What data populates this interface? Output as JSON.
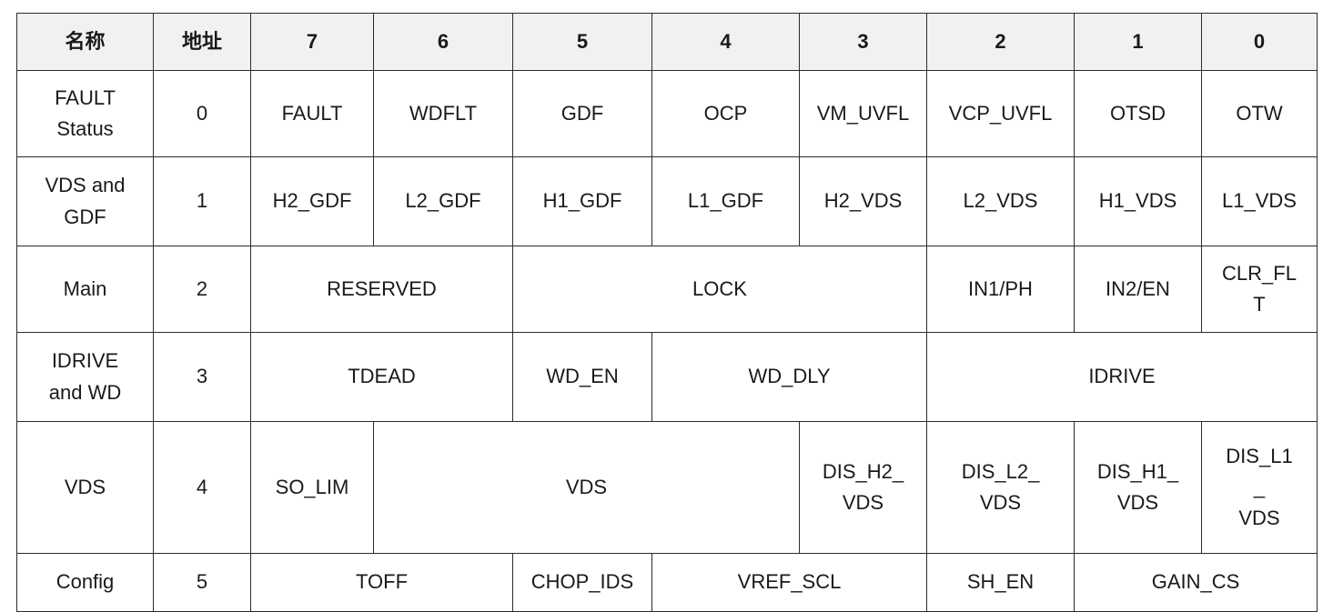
{
  "table": {
    "headers": [
      "名称",
      "地址",
      "7",
      "6",
      "5",
      "4",
      "3",
      "2",
      "1",
      "0"
    ],
    "rows": [
      {
        "name": "FAULT\nStatus",
        "address": "0",
        "cells": [
          {
            "text": "FAULT",
            "span": 1
          },
          {
            "text": "WDFLT",
            "span": 1
          },
          {
            "text": "GDF",
            "span": 1
          },
          {
            "text": "OCP",
            "span": 1
          },
          {
            "text": "VM_UVFL",
            "span": 1
          },
          {
            "text": "VCP_UVFL",
            "span": 1
          },
          {
            "text": "OTSD",
            "span": 1
          },
          {
            "text": "OTW",
            "span": 1
          }
        ]
      },
      {
        "name": "VDS and\nGDF",
        "address": "1",
        "cells": [
          {
            "text": "H2_GDF",
            "span": 1
          },
          {
            "text": "L2_GDF",
            "span": 1
          },
          {
            "text": "H1_GDF",
            "span": 1
          },
          {
            "text": "L1_GDF",
            "span": 1
          },
          {
            "text": "H2_VDS",
            "span": 1
          },
          {
            "text": "L2_VDS",
            "span": 1
          },
          {
            "text": "H1_VDS",
            "span": 1
          },
          {
            "text": "L1_VDS",
            "span": 1
          }
        ]
      },
      {
        "name": "Main",
        "address": "2",
        "cells": [
          {
            "text": "RESERVED",
            "span": 2
          },
          {
            "text": "LOCK",
            "span": 3
          },
          {
            "text": "IN1/PH",
            "span": 1
          },
          {
            "text": "IN2/EN",
            "span": 1
          },
          {
            "text": "CLR_FL\nT",
            "span": 1
          }
        ]
      },
      {
        "name": "IDRIVE\nand WD",
        "address": "3",
        "cells": [
          {
            "text": "TDEAD",
            "span": 2
          },
          {
            "text": "WD_EN",
            "span": 1
          },
          {
            "text": "WD_DLY",
            "span": 2
          },
          {
            "text": "IDRIVE",
            "span": 3
          }
        ]
      },
      {
        "name": "VDS",
        "address": "4",
        "cells": [
          {
            "text": "SO_LIM",
            "span": 1
          },
          {
            "text": "VDS",
            "span": 3
          },
          {
            "text": "DIS_H2_\nVDS",
            "span": 1
          },
          {
            "text": "DIS_L2_\nVDS",
            "span": 1
          },
          {
            "text": "DIS_H1_\nVDS",
            "span": 1
          },
          {
            "text": "DIS_L1\n_\nVDS",
            "span": 1
          }
        ]
      },
      {
        "name": "Config",
        "address": "5",
        "cells": [
          {
            "text": "TOFF",
            "span": 2
          },
          {
            "text": "CHOP_IDS",
            "span": 1
          },
          {
            "text": "VREF_SCL",
            "span": 2
          },
          {
            "text": "SH_EN",
            "span": 1
          },
          {
            "text": "GAIN_CS",
            "span": 2
          }
        ]
      }
    ]
  },
  "colors": {
    "header_background": "#f1f1f1",
    "cell_background": "#ffffff",
    "border": "#2b2b2b",
    "text": "#1a1a1a",
    "watermark": "#e9e9e9"
  }
}
